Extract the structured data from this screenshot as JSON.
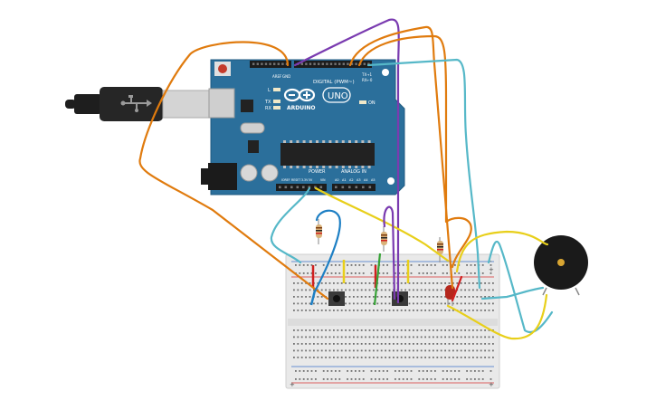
{
  "board": {
    "brand_text": "ARDUINO",
    "model_text": "UNO",
    "digital_label": "DIGITAL (PWM~)",
    "power_label": "POWER",
    "analog_label": "ANALOG IN",
    "aref_label": "AREF",
    "gnd_label": "GND",
    "on_label": "ON",
    "led_l_label": "L",
    "led_tx_label": "TX",
    "led_rx_label": "RX",
    "tx_pin_label": "TX→1",
    "rx_pin_label": "RX←0",
    "ioref_label": "IOREF",
    "reset_label": "RESET",
    "v33_label": "3.3V",
    "v5_label": "5V",
    "vin_label": "VIN",
    "a0_label": "A0",
    "a1_label": "A1",
    "a2_label": "A2",
    "a3_label": "A3",
    "a4_label": "A4",
    "a5_label": "A5",
    "colors": {
      "pcb": "#2b6f9b",
      "pcb_dark": "#1f5a80",
      "header": "#1c1c1c",
      "chip": "#222222"
    }
  },
  "usb_cable": {
    "icon": "usb-icon",
    "color": "#1e1e1e"
  },
  "breadboard": {
    "plus_label": "+",
    "minus_label": "-",
    "color": "#e8e8e8"
  },
  "components": {
    "buzzer": {
      "icon": "piezo-buzzer-icon",
      "color": "#1a1a1a"
    },
    "led": {
      "icon": "red-led-icon",
      "color": "#b5271d"
    },
    "resistor": {
      "icon": "resistor-icon",
      "color": "#d9b27a"
    },
    "button": {
      "icon": "push-button-icon",
      "color": "#2e2e2e"
    }
  },
  "wire_colors": {
    "orange": "#e07b0e",
    "purple": "#7a3bb0",
    "cyan": "#56b8c8",
    "yellow": "#e8cf1a",
    "green": "#36a236",
    "red": "#d02020",
    "blue": "#1d7fc4"
  }
}
